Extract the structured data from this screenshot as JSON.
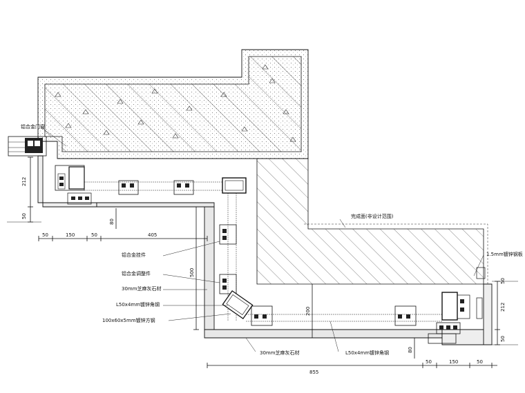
{
  "labels": {
    "alum_top": "铝合金门窗",
    "alum_connector": "铝合金挂件",
    "alum_adjuster": "铝合金调整件",
    "stone": "30mm芝麻灰石材",
    "angle_left": "L50x4mm镀锌角钢",
    "rect_tube": "100x60x5mm镀锌方钢",
    "bottom_stone": "30mm芝麻灰石材",
    "bottom_angle": "L50x4mm镀锌角钢",
    "steel_plate": "1.5mm镀锌钢板",
    "structure_surface": "完成面(非设计范围)"
  },
  "dimensions": {
    "left_212": "212",
    "left_50": "50",
    "left_80": "80",
    "bottom_50a": "50",
    "bottom_150": "150",
    "bottom_50b": "50",
    "bottom_405": "405",
    "vert_500": "500",
    "vert_200": "200",
    "r_50a": "50",
    "r_150": "150",
    "r_50b": "50",
    "r_855": "855",
    "r_80": "80",
    "r_212": "212",
    "r_50c": "50",
    "r_50d": "50"
  }
}
